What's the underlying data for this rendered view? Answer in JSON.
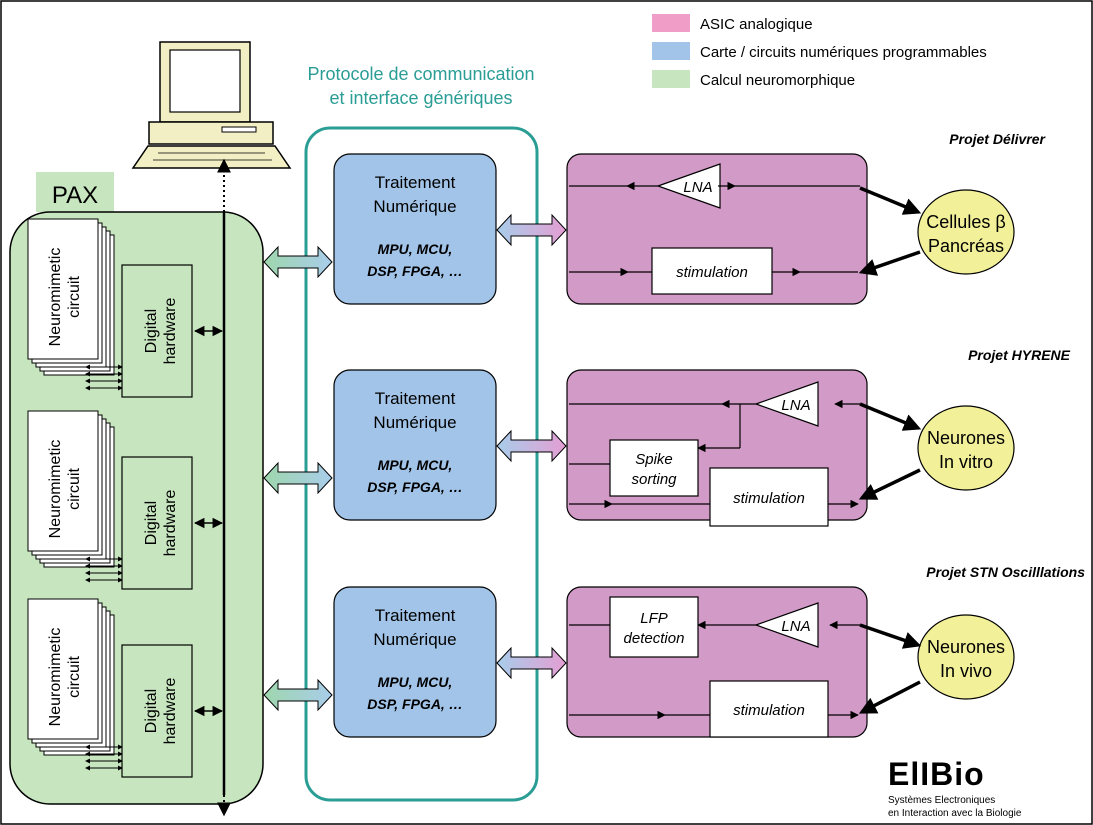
{
  "legend": {
    "items": [
      {
        "label": "ASIC analogique",
        "color": "#f09ec8"
      },
      {
        "label": "Carte / circuits numériques programmables",
        "color": "#a2c4e8"
      },
      {
        "label": "Calcul neuromorphique",
        "color": "#c7e6bf"
      }
    ]
  },
  "protocol_title": [
    "Protocole de communication",
    "et interface génériques"
  ],
  "pax": {
    "label": "PAX",
    "neuromimetic_label": [
      "Neuromimetic",
      "circuit"
    ],
    "digital_label": [
      "Digital",
      "hardware"
    ]
  },
  "processing": {
    "title": [
      "Traitement",
      "Numérique"
    ],
    "details": [
      "MPU, MCU,",
      "DSP, FPGA, …"
    ]
  },
  "asic": {
    "lna": "LNA",
    "stimulation": "stimulation",
    "spike_sorting": [
      "Spike",
      "sorting"
    ],
    "lfp_detection": [
      "LFP",
      "detection"
    ]
  },
  "projects": [
    {
      "name": "Projet Délivrer",
      "target": [
        "Cellules β",
        "Pancréas"
      ]
    },
    {
      "name": "Projet HYRENE",
      "target": [
        "Neurones",
        "In vitro"
      ]
    },
    {
      "name": "Projet STN Oscilllations",
      "target": [
        "Neurones",
        "In vivo"
      ]
    }
  ],
  "logo": {
    "name": "ElIBio",
    "tagline": [
      "Systèmes Electroniques",
      "en Interaction avec la Biologie"
    ]
  },
  "colors": {
    "asic_fill": "#d29ac7",
    "digital_fill": "#a2c4e8",
    "neuro_fill": "#c7e6bf",
    "target_fill": "#f2f099",
    "teal": "#2a9d95",
    "logo_accent": "#a0229a"
  }
}
